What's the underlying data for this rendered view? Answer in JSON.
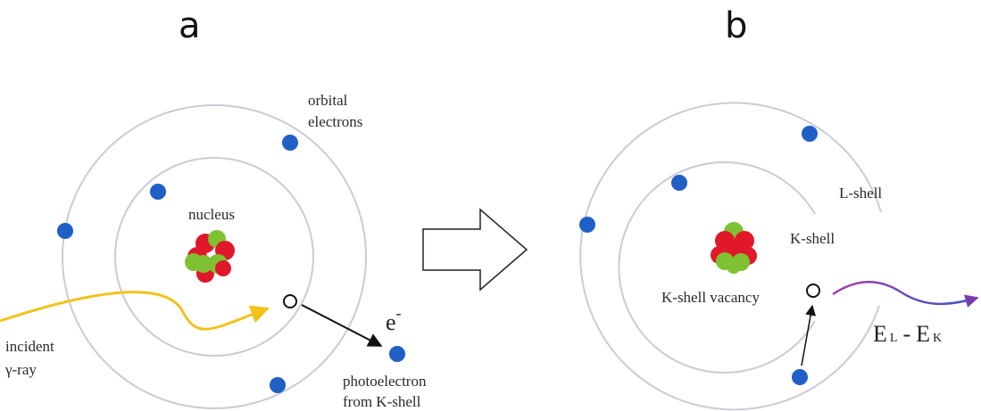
{
  "panels": {
    "a": {
      "letter": "a",
      "labels": {
        "orbital_electrons": [
          "orbital",
          "electrons"
        ],
        "nucleus": "nucleus",
        "incident": [
          "incident",
          "γ-ray"
        ],
        "electron_symbol": "e",
        "electron_charge": "-",
        "photoelectron": [
          "photoelectron",
          "from K-shell"
        ]
      }
    },
    "b": {
      "letter": "b",
      "labels": {
        "l_shell": "L-shell",
        "k_shell": "K-shell",
        "vacancy": "K-shell vacancy",
        "energy": {
          "e1": "E",
          "sub1": "L",
          "minus": "-",
          "e2": "E",
          "sub2": "K"
        }
      }
    }
  },
  "colors": {
    "electron": "#1f5fc6",
    "proton": "#e0182a",
    "neutron": "#7ec133",
    "incident_ray": "#f2c21a",
    "shell": "#c9ccd6",
    "xray_start": "#a53fa8",
    "xray_end": "#3a55c8"
  }
}
